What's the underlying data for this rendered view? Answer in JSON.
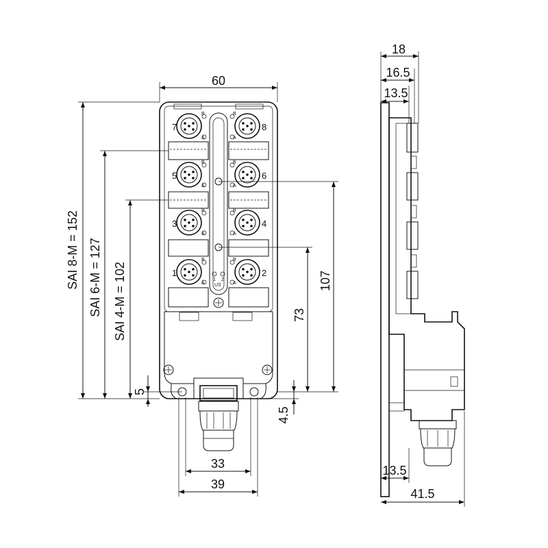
{
  "drawing": {
    "front": {
      "width_label": "60",
      "sai8_label": "SAI 8-M = 152",
      "sai6_label": "SAI 6-M = 127",
      "sai4_label": "SAI 4-M = 102",
      "h107_label": "107",
      "h73_label": "73",
      "h5_label": "5",
      "h45_label": "4.5",
      "w33_label": "33",
      "w39_label": "39",
      "port_labels": [
        "7",
        "8",
        "5",
        "6",
        "3",
        "4",
        "1",
        "2"
      ],
      "pin_a": "A",
      "pin_b": "B",
      "us_label": "US",
      "us1": "1",
      "us2": "2"
    },
    "side": {
      "d18_label": "18",
      "d165_label": "16.5",
      "d135_top_label": "13.5",
      "d135_bottom_label": "13.5",
      "d415_label": "41.5"
    }
  }
}
